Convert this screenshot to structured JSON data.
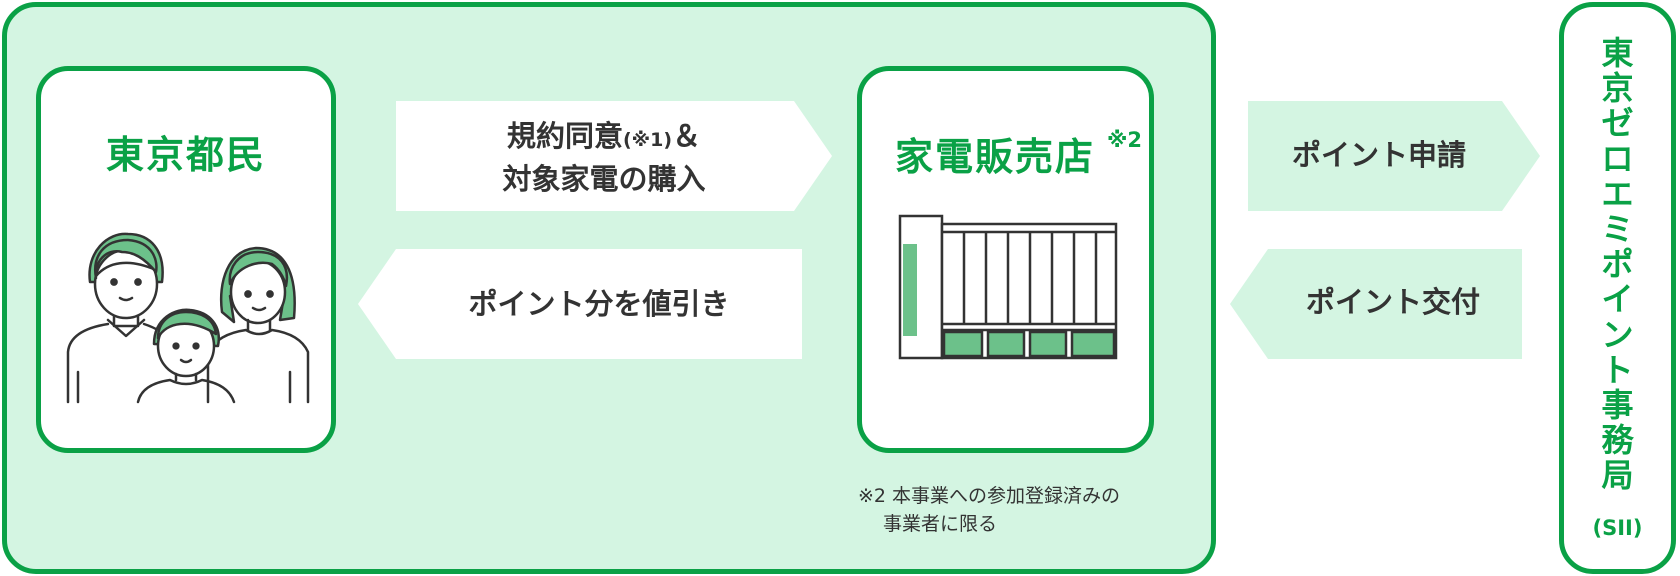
{
  "citizen": {
    "title": "東京都民"
  },
  "arrows": {
    "agreement": {
      "line1": "規約同意",
      "note": "(※1)",
      "amp": "＆",
      "line2": "対象家電の購入"
    },
    "discount": "ポイント分を値引き",
    "apply": "ポイント申請",
    "issue": "ポイント交付"
  },
  "store": {
    "title": "家電販売店",
    "sup": "※2"
  },
  "office": {
    "title_chars": [
      "東",
      "京",
      "ゼ",
      "ロ",
      "エ",
      "ミ",
      "ポ",
      "イ",
      "ン",
      "ト",
      "事",
      "務",
      "局"
    ],
    "sub": "(SII)"
  },
  "footnote": {
    "line1": "※2 本事業への参加登録済みの",
    "line2": "事業者に限る"
  },
  "colors": {
    "accent": "#0aa146",
    "panel": "#d4f5e2",
    "arrow_light": "#d4f5e2",
    "icon_fill": "#6cc18a"
  }
}
